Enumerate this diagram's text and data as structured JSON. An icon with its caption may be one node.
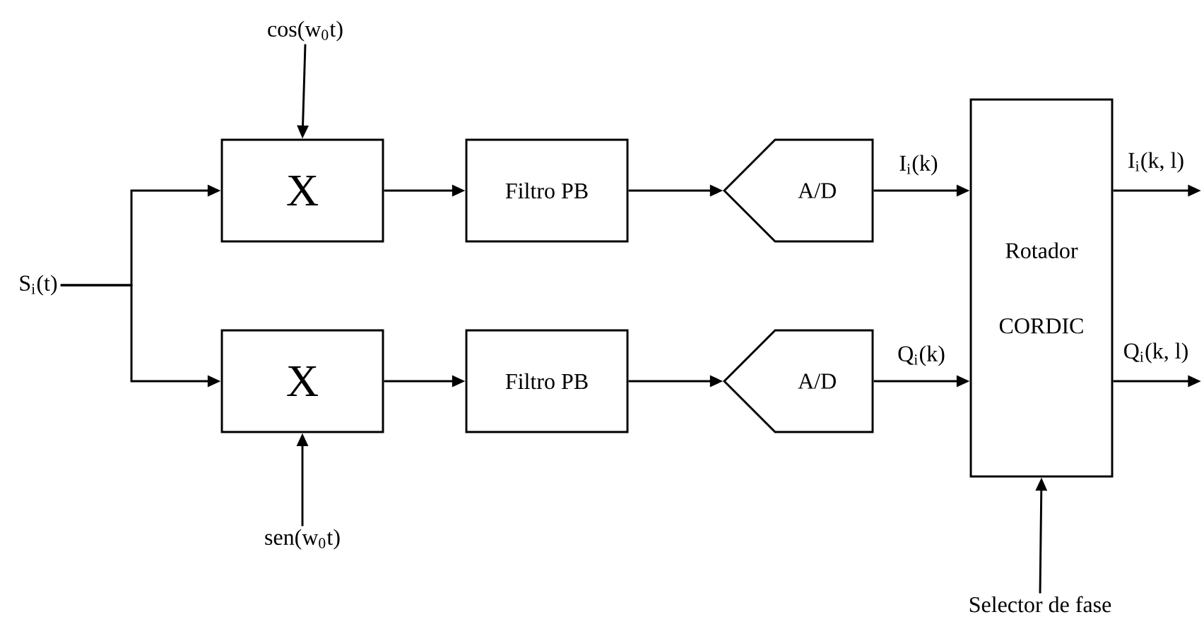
{
  "diagram": {
    "nodes": [
      {
        "text": [
          "S$_{i}$(t)"
        ]
      },
      {
        "text": [
          "cos(w$_{0}$t)"
        ]
      },
      {
        "text": [
          "X"
        ]
      },
      {
        "text": [
          "X"
        ]
      },
      {
        "text": [
          "sen(w$_{0}$t)"
        ]
      },
      {
        "text": [
          "Filtro PB"
        ]
      },
      {
        "text": [
          "Filtro PB"
        ]
      },
      {
        "text": [
          "A/D"
        ]
      },
      {
        "text": [
          "A/D"
        ]
      },
      {
        "text": [
          "Rotador CORDIC"
        ]
      },
      {
        "text": [
          "Selector de fase"
        ]
      }
    ],
    "edges": [
      {
        "from": 0,
        "to": 2,
        "arrow": "to"
      },
      {
        "from": 0,
        "to": 3,
        "arrow": "to"
      },
      {
        "from": 1,
        "to": 2,
        "arrow": "to"
      },
      {
        "from": 4,
        "to": 3,
        "arrow": "to"
      },
      {
        "from": 2,
        "to": 5,
        "arrow": "to"
      },
      {
        "from": 3,
        "to": 6,
        "arrow": "to"
      },
      {
        "from": 5,
        "to": 7,
        "arrow": "to"
      },
      {
        "from": 6,
        "to": 8,
        "arrow": "to"
      },
      {
        "from": 7,
        "to": 9,
        "arrow": "to",
        "label": "I$_{i}$(k)"
      },
      {
        "from": 8,
        "to": 9,
        "arrow": "to",
        "label": "Q$_{i}$(k)"
      },
      {
        "from": 9,
        "to": null,
        "arrow": "to",
        "label": "I$_{i}$(k, l)"
      },
      {
        "from": 9,
        "to": null,
        "arrow": "to",
        "label": "Q$_{i}$(k, l)"
      },
      {
        "from": 10,
        "to": 9,
        "arrow": "to"
      }
    ]
  }
}
